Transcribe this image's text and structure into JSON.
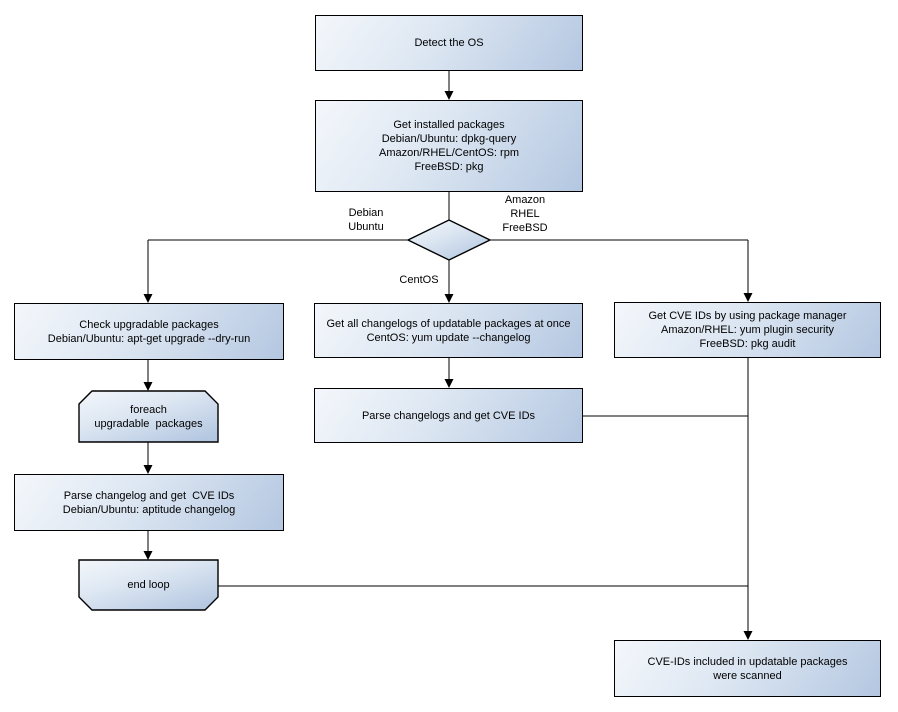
{
  "diagram": {
    "title": "OS package CVE scan flowchart",
    "colors": {
      "background": "#ffffff",
      "node_fill_light": "#f4f7fb",
      "node_fill_dark": "#b4c7e1",
      "node_border": "#000000",
      "connector": "#000000",
      "text": "#000000"
    },
    "nodes": {
      "detect_os": {
        "lines": [
          "Detect the OS"
        ]
      },
      "get_installed_packages": {
        "lines": [
          "Get installed packages",
          "Debian/Ubuntu: dpkg-query",
          "Amazon/RHEL/CentOS: rpm",
          "FreeBSD: pkg"
        ]
      },
      "check_upgradable": {
        "lines": [
          "Check upgradable packages",
          "Debian/Ubuntu: apt-get upgrade --dry-run"
        ]
      },
      "foreach_loop": {
        "lines": [
          "foreach",
          "upgradable  packages"
        ]
      },
      "parse_changelog": {
        "lines": [
          "Parse changelog and get  CVE IDs",
          "Debian/Ubuntu: aptitude changelog"
        ]
      },
      "end_loop": {
        "lines": [
          "end loop"
        ]
      },
      "get_all_changelogs": {
        "lines": [
          "Get all changelogs of updatable packages at once",
          "CentOS: yum update --changelog"
        ]
      },
      "parse_changelogs": {
        "lines": [
          "Parse changelogs and get CVE IDs"
        ]
      },
      "get_cve_ids": {
        "lines": [
          "Get CVE IDs by using package manager",
          "Amazon/RHEL: yum plugin security",
          "FreeBSD: pkg audit"
        ]
      },
      "scan_result": {
        "lines": [
          "CVE-IDs included in updatable packages",
          "were scanned"
        ]
      }
    },
    "branch_labels": {
      "left": {
        "lines": [
          "Debian",
          "Ubuntu"
        ]
      },
      "right": {
        "lines": [
          "Amazon",
          "RHEL",
          "FreeBSD"
        ]
      },
      "down": {
        "label": "CentOS"
      }
    }
  }
}
